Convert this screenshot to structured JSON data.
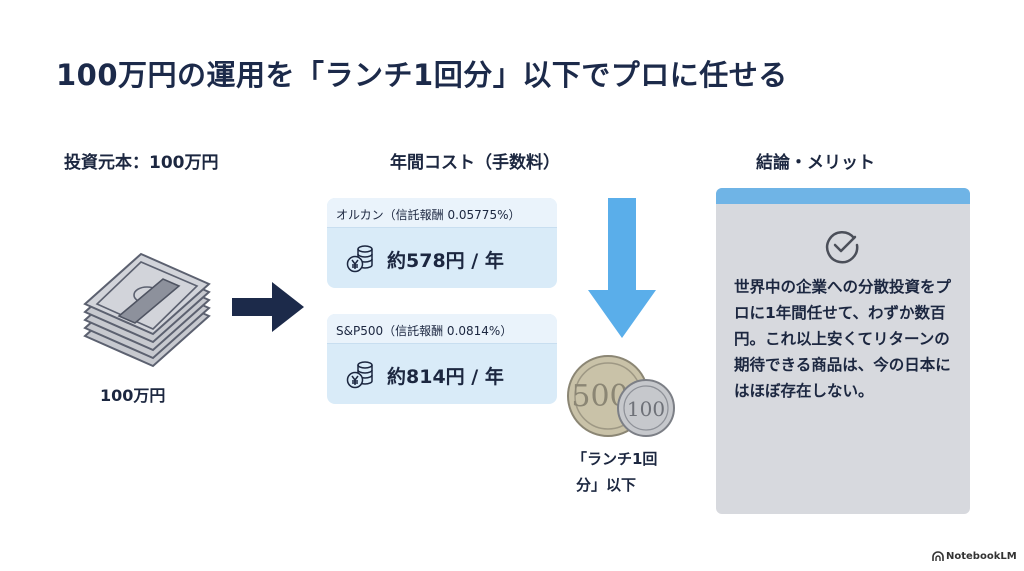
{
  "title": "100万円の運用を「ランチ1回分」以下でプロに任せる",
  "columns": {
    "principal": {
      "heading": "投資元本：100万円",
      "icon": "cash-stack-icon",
      "label": "100万円"
    },
    "cost": {
      "heading": "年間コスト（手数料）",
      "cards": [
        {
          "name": "オルカン（信託報酬 0.05775%）",
          "icon": "yen-coins-icon",
          "amount": "約578円 / 年"
        },
        {
          "name": "S&P500（信託報酬 0.0814%）",
          "icon": "yen-coins-icon",
          "amount": "約814円 / 年"
        }
      ],
      "coins": {
        "coin_500": "500",
        "coin_100": "100"
      },
      "caption_line1": "「ランチ1回",
      "caption_line2": "分」以下"
    },
    "conclusion": {
      "heading": "結論・メリット",
      "icon": "check-circle-icon",
      "body": "世界中の企業への分散投資をプロに1年間任せて、わずか数百円。これ以上安くてリターンの期待できる商品は、今の日本にはほぼ存在しない。"
    }
  },
  "brand": "NotebookLM",
  "colors": {
    "navy": "#1c2a4a",
    "card_blue": "#d9ebf8",
    "arrow_blue": "#5aaeea",
    "panel_gray": "#d7d9de",
    "panel_accent": "#6fb4e6"
  }
}
